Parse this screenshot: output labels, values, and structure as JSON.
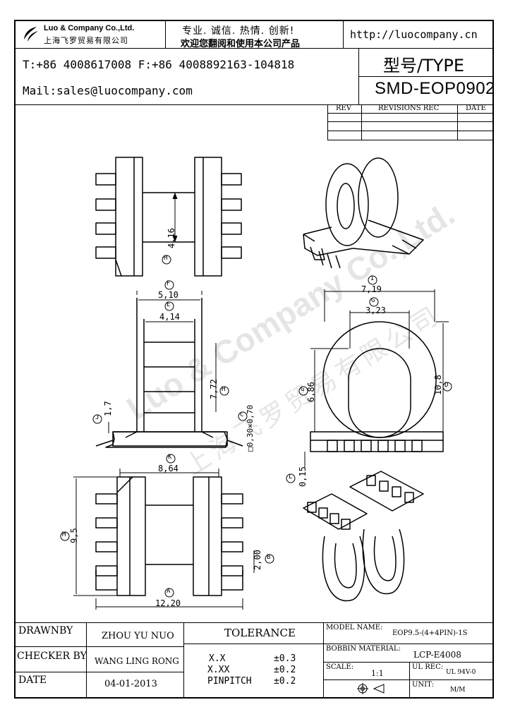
{
  "header": {
    "company_name": "Luo & Company Co.,Ltd.",
    "company_name_cn": "上海飞罗贸易有限公司",
    "slogan_line1": "专业. 诚信. 热情. 创新!",
    "slogan_line2": "欢迎您翻阅和使用本公司产品",
    "website": "http://luocompany.cn",
    "phone_fax": "T:+86 4008617008 F:+86 4008892163-104818",
    "email": "Mail:sales@luocompany.com",
    "type_label": "型号/TYPE",
    "model": "SMD-EOP0902"
  },
  "revisions": {
    "col_rev": "REV",
    "col_rec": "REVISIONS REC",
    "col_date": "DATE"
  },
  "watermark": {
    "line1": "Luo & Company Co.,Ltd.",
    "line2": "上海飞罗贸易有限公司"
  },
  "dimensions": {
    "H_top": "4,16",
    "F": "5,10",
    "E": "4,14",
    "H_front": "7,72",
    "C": "□0,30×0,70",
    "J": "1,7",
    "I": "7,19",
    "G": "3,23",
    "G_side": "6,86",
    "D": "10,8",
    "L": "0,15",
    "K": "8,64",
    "M": "9,5",
    "B": "2,00",
    "A": "12,20"
  },
  "markers": {
    "H": "H",
    "F": "F",
    "E": "E",
    "C": "C",
    "J": "J",
    "I": "I",
    "G": "G",
    "D": "D",
    "L": "L",
    "K": "K",
    "M": "M",
    "B": "B",
    "A": "A"
  },
  "title_block": {
    "drawnby_label": "DRAWNBY",
    "drawnby_value": "ZHOU YU NUO",
    "checker_label": "CHECKER BY",
    "checker_value": "WANG LING RONG",
    "date_label": "DATE",
    "date_value": "04-01-2013",
    "tolerance_label": "TOLERANCE",
    "tol_x_label": "X.X",
    "tol_x_value": "±0.3",
    "tol_xx_label": "X.XX",
    "tol_xx_value": "±0.2",
    "tol_pin_label": "PINPITCH",
    "tol_pin_value": "±0.2",
    "model_name_label": "MODEL NAME:",
    "model_name_value": "EOP9.5-(4+4PIN)-1S",
    "bobbin_label": "BOBBIN MATERIAL:",
    "bobbin_value": "LCP-E4008",
    "scale_label": "SCALE:",
    "scale_value": "1:1",
    "ul_label": "UL REC:",
    "ul_value": "UL 94V-0",
    "unit_label": "UNIT:",
    "unit_value": "M/M"
  }
}
